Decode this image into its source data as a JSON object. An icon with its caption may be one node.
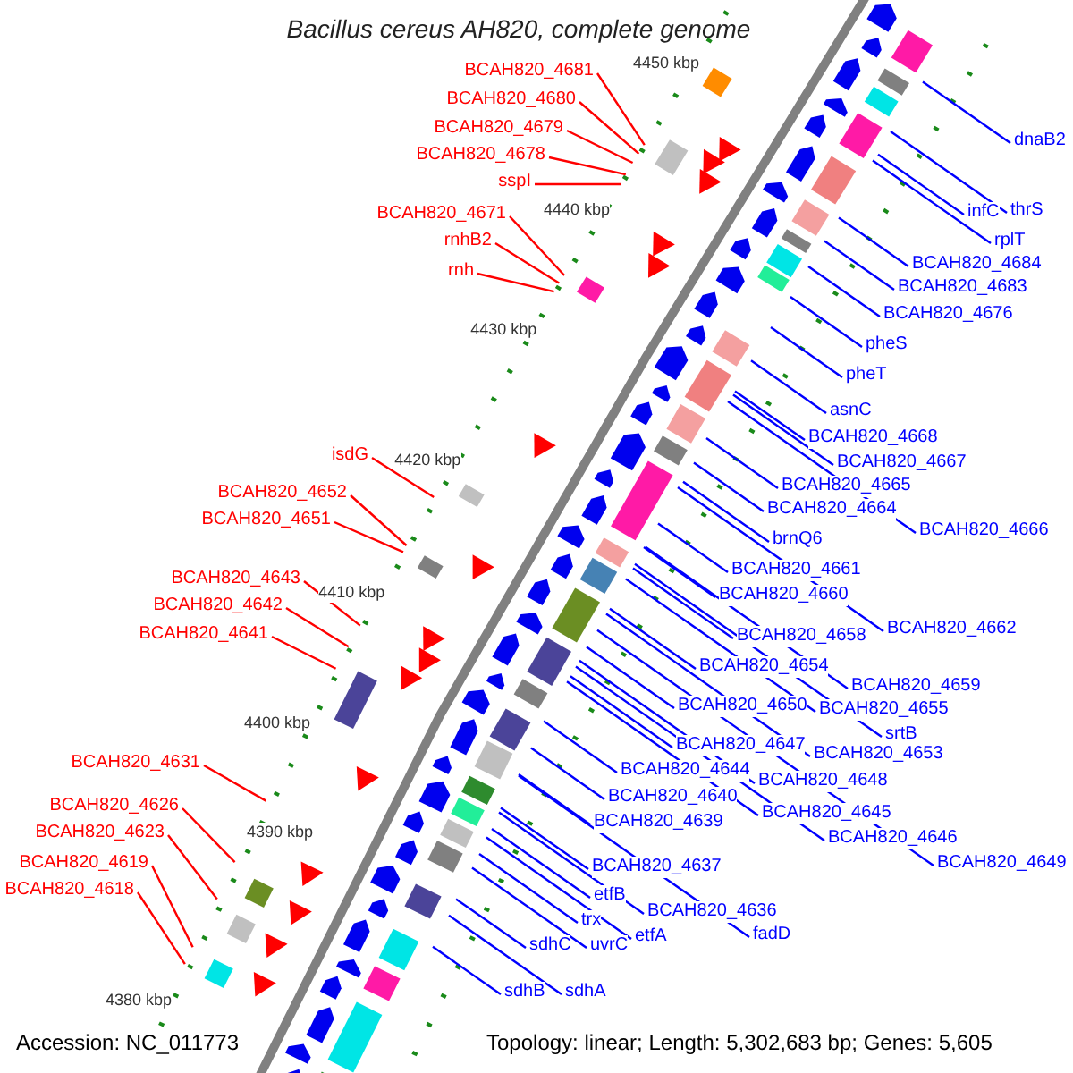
{
  "diagram": {
    "title": "Bacillus cereus AH820, complete genome",
    "nodes": [
      {
        "text": [
          "BCAH820_4681"
        ]
      },
      {
        "text": [
          "BCAH820_4680"
        ]
      },
      {
        "text": [
          "BCAH820_4679"
        ]
      },
      {
        "text": [
          "BCAH820_4678"
        ]
      },
      {
        "text": [
          "sspI"
        ]
      },
      {
        "text": [
          "BCAH820_4671"
        ]
      },
      {
        "text": [
          "rnhB2"
        ]
      },
      {
        "text": [
          "rnh"
        ]
      },
      {
        "text": [
          "isdG"
        ]
      },
      {
        "text": [
          "BCAH820_4652"
        ]
      },
      {
        "text": [
          "BCAH820_4651"
        ]
      },
      {
        "text": [
          "BCAH820_4643"
        ]
      },
      {
        "text": [
          "BCAH820_4642"
        ]
      },
      {
        "text": [
          "BCAH820_4641"
        ]
      },
      {
        "text": [
          "BCAH820_4631"
        ]
      },
      {
        "text": [
          "BCAH820_4626"
        ]
      },
      {
        "text": [
          "BCAH820_4623"
        ]
      },
      {
        "text": [
          "BCAH820_4619"
        ]
      },
      {
        "text": [
          "BCAH820_4618"
        ]
      },
      {
        "text": [
          "dnaB2"
        ]
      },
      {
        "text": [
          "infC"
        ]
      },
      {
        "text": [
          "thrS"
        ]
      },
      {
        "text": [
          "rplT"
        ]
      },
      {
        "text": [
          "BCAH820_4684"
        ]
      },
      {
        "text": [
          "BCAH820_4683"
        ]
      },
      {
        "text": [
          "BCAH820_4676"
        ]
      },
      {
        "text": [
          "pheS"
        ]
      },
      {
        "text": [
          "pheT"
        ]
      },
      {
        "text": [
          "asnC"
        ]
      },
      {
        "text": [
          "BCAH820_4668"
        ]
      },
      {
        "text": [
          "BCAH820_4667"
        ]
      },
      {
        "text": [
          "BCAH820_4665"
        ]
      },
      {
        "text": [
          "BCAH820_4664"
        ]
      },
      {
        "text": [
          "brnQ6"
        ]
      },
      {
        "text": [
          "BCAH820_4666"
        ]
      },
      {
        "text": [
          "BCAH820_4661"
        ]
      },
      {
        "text": [
          "BCAH820_4660"
        ]
      },
      {
        "text": [
          "BCAH820_4662"
        ]
      },
      {
        "text": [
          "BCAH820_4658"
        ]
      },
      {
        "text": [
          "BCAH820_4654"
        ]
      },
      {
        "text": [
          "BCAH820_4659"
        ]
      },
      {
        "text": [
          "BCAH820_4650"
        ]
      },
      {
        "text": [
          "BCAH820_4655"
        ]
      },
      {
        "text": [
          "srtB"
        ]
      },
      {
        "text": [
          "BCAH820_4647"
        ]
      },
      {
        "text": [
          "BCAH820_4653"
        ]
      },
      {
        "text": [
          "BCAH820_4644"
        ]
      },
      {
        "text": [
          "BCAH820_4648"
        ]
      },
      {
        "text": [
          "BCAH820_4640"
        ]
      },
      {
        "text": [
          "BCAH820_4645"
        ]
      },
      {
        "text": [
          "BCAH820_4639"
        ]
      },
      {
        "text": [
          "BCAH820_4646"
        ]
      },
      {
        "text": [
          "BCAH820_4649"
        ]
      },
      {
        "text": [
          "BCAH820_4637"
        ]
      },
      {
        "text": [
          "etfB"
        ]
      },
      {
        "text": [
          "BCAH820_4636"
        ]
      },
      {
        "text": [
          "trx"
        ]
      },
      {
        "text": [
          "etfA"
        ]
      },
      {
        "text": [
          "uvrC"
        ]
      },
      {
        "text": [
          "fadD"
        ]
      },
      {
        "text": [
          "sdhC"
        ]
      },
      {
        "text": [
          "sdhB"
        ]
      },
      {
        "text": [
          "sdhA"
        ]
      }
    ],
    "edges": [
      {
        "from": 0,
        "to": null,
        "arrow": "none",
        "color": "#ff0000"
      },
      {
        "from": 1,
        "to": null,
        "arrow": "none",
        "color": "#ff0000"
      },
      {
        "from": 2,
        "to": null,
        "arrow": "none",
        "color": "#ff0000"
      },
      {
        "from": 3,
        "to": null,
        "arrow": "none",
        "color": "#ff0000"
      },
      {
        "from": 4,
        "to": null,
        "arrow": "none",
        "color": "#ff0000"
      },
      {
        "from": 5,
        "to": null,
        "arrow": "none",
        "color": "#ff0000"
      },
      {
        "from": 6,
        "to": null,
        "arrow": "none",
        "color": "#ff0000"
      },
      {
        "from": 7,
        "to": null,
        "arrow": "none",
        "color": "#ff0000"
      },
      {
        "from": 8,
        "to": null,
        "arrow": "none",
        "color": "#ff0000"
      },
      {
        "from": 9,
        "to": null,
        "arrow": "none",
        "color": "#ff0000"
      },
      {
        "from": 10,
        "to": null,
        "arrow": "none",
        "color": "#ff0000"
      },
      {
        "from": 11,
        "to": null,
        "arrow": "none",
        "color": "#ff0000"
      },
      {
        "from": 12,
        "to": null,
        "arrow": "none",
        "color": "#ff0000"
      },
      {
        "from": 13,
        "to": null,
        "arrow": "none",
        "color": "#ff0000"
      },
      {
        "from": 14,
        "to": null,
        "arrow": "none",
        "color": "#ff0000"
      },
      {
        "from": 15,
        "to": null,
        "arrow": "none",
        "color": "#ff0000"
      },
      {
        "from": 16,
        "to": null,
        "arrow": "none",
        "color": "#ff0000"
      },
      {
        "from": 17,
        "to": null,
        "arrow": "none",
        "color": "#ff0000"
      },
      {
        "from": 18,
        "to": null,
        "arrow": "none",
        "color": "#ff0000"
      },
      {
        "from": 19,
        "to": null,
        "arrow": "none"
      },
      {
        "from": 20,
        "to": null,
        "arrow": "none"
      },
      {
        "from": 21,
        "to": null,
        "arrow": "none"
      },
      {
        "from": 22,
        "to": null,
        "arrow": "none"
      },
      {
        "from": 23,
        "to": null,
        "arrow": "none"
      },
      {
        "from": 24,
        "to": null,
        "arrow": "none"
      },
      {
        "from": 25,
        "to": null,
        "arrow": "none"
      },
      {
        "from": 26,
        "to": null,
        "arrow": "none"
      },
      {
        "from": 27,
        "to": null,
        "arrow": "none"
      },
      {
        "from": 28,
        "to": null,
        "arrow": "none"
      },
      {
        "from": 29,
        "to": null,
        "arrow": "none"
      },
      {
        "from": 30,
        "to": null,
        "arrow": "none"
      },
      {
        "from": 31,
        "to": null,
        "arrow": "none"
      },
      {
        "from": 32,
        "to": null,
        "arrow": "none"
      },
      {
        "from": 33,
        "to": null,
        "arrow": "none"
      },
      {
        "from": 34,
        "to": null,
        "arrow": "none"
      },
      {
        "from": 35,
        "to": null,
        "arrow": "none"
      },
      {
        "from": 36,
        "to": null,
        "arrow": "none"
      },
      {
        "from": 37,
        "to": null,
        "arrow": "none"
      },
      {
        "from": 38,
        "to": null,
        "arrow": "none"
      },
      {
        "from": 39,
        "to": null,
        "arrow": "none"
      },
      {
        "from": 40,
        "to": null,
        "arrow": "none"
      },
      {
        "from": 41,
        "to": null,
        "arrow": "none"
      },
      {
        "from": 42,
        "to": null,
        "arrow": "none"
      },
      {
        "from": 43,
        "to": null,
        "arrow": "none"
      },
      {
        "from": 44,
        "to": null,
        "arrow": "none"
      },
      {
        "from": 45,
        "to": null,
        "arrow": "none"
      },
      {
        "from": 46,
        "to": null,
        "arrow": "none"
      },
      {
        "from": 47,
        "to": null,
        "arrow": "none"
      },
      {
        "from": 48,
        "to": null,
        "arrow": "none"
      },
      {
        "from": 49,
        "to": null,
        "arrow": "none"
      },
      {
        "from": 50,
        "to": null,
        "arrow": "none"
      },
      {
        "from": 51,
        "to": null,
        "arrow": "none"
      },
      {
        "from": 52,
        "to": null,
        "arrow": "none"
      },
      {
        "from": 53,
        "to": null,
        "arrow": "none"
      },
      {
        "from": 54,
        "to": null,
        "arrow": "none"
      },
      {
        "from": 55,
        "to": null,
        "arrow": "none"
      },
      {
        "from": 56,
        "to": null,
        "arrow": "none"
      },
      {
        "from": 57,
        "to": null,
        "arrow": "none"
      },
      {
        "from": 58,
        "to": null,
        "arrow": "none"
      },
      {
        "from": 59,
        "to": null,
        "arrow": "none"
      },
      {
        "from": 60,
        "to": null,
        "arrow": "none"
      },
      {
        "from": 61,
        "to": null,
        "arrow": "none"
      },
      {
        "from": 62,
        "to": null,
        "arrow": "none"
      }
    ],
    "labels": [
      "4450 kbp",
      "4440 kbp",
      "4430 kbp",
      "4420 kbp",
      "4410 kbp",
      "4400 kbp",
      "4390 kbp",
      "4380 kbp",
      "Accession: NC_011773",
      "Topology: linear; Length: 5,302,683 bp; Genes: 5,605"
    ]
  }
}
